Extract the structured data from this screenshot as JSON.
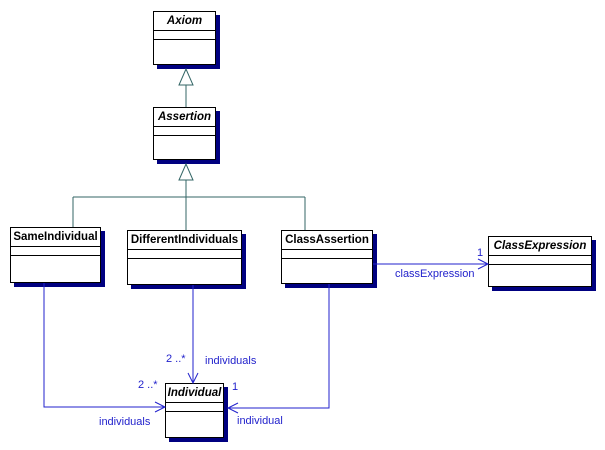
{
  "diagram": {
    "classes": {
      "axiom": {
        "name": "Axiom",
        "abstract": true
      },
      "assertion": {
        "name": "Assertion",
        "abstract": true
      },
      "same_individual": {
        "name": "SameIndividual",
        "abstract": false
      },
      "different_individuals": {
        "name": "DifferentIndividuals",
        "abstract": false
      },
      "class_assertion": {
        "name": "ClassAssertion",
        "abstract": false
      },
      "class_expression": {
        "name": "ClassExpression",
        "abstract": true
      },
      "individual": {
        "name": "Individual",
        "abstract": true
      }
    },
    "associations": {
      "class_assertion_to_class_expression": {
        "label": "classExpression",
        "multiplicity": "1"
      },
      "different_individuals_to_individual": {
        "label": "individuals",
        "multiplicity": "2 ..*"
      },
      "same_individual_to_individual": {
        "label": "individuals",
        "multiplicity": "2 ..*"
      },
      "class_assertion_to_individual": {
        "label": "individual",
        "multiplicity": "1"
      }
    },
    "colors": {
      "association": "#2222cc",
      "generalization": "#336666",
      "box_shadow": "#000080",
      "box_border": "#000000",
      "box_fill": "#ffffff",
      "background": "#ffffff"
    }
  }
}
